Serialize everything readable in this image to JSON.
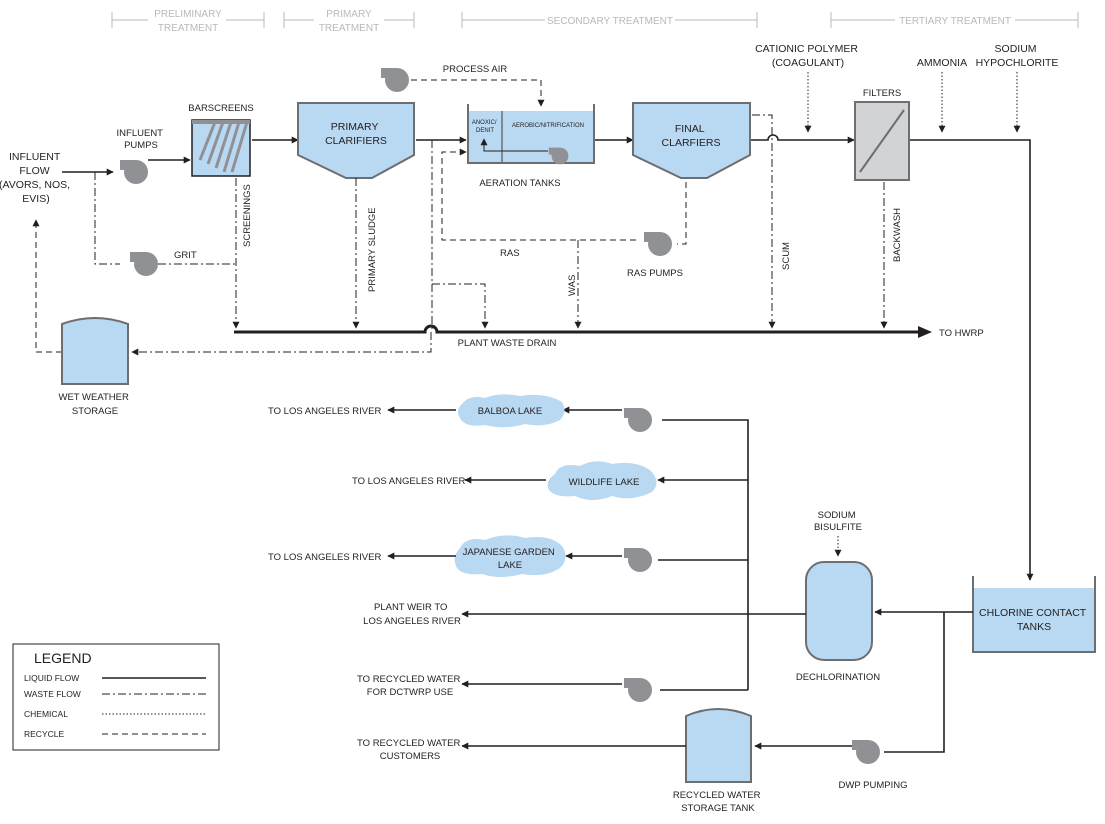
{
  "stages": {
    "preliminary": [
      "PRELIMINARY",
      "TREATMENT"
    ],
    "primary": [
      "PRIMARY",
      "TREATMENT"
    ],
    "secondary": [
      "SECONDARY TREATMENT"
    ],
    "tertiary": [
      "TERTIARY TREATMENT"
    ]
  },
  "units": {
    "influent_flow": [
      "INFLUENT",
      "FLOW",
      "(AVORS, NOS,",
      "EVIS)"
    ],
    "influent_pumps": [
      "INFLUENT",
      "PUMPS"
    ],
    "barscreens": "BARSCREENS",
    "primary_clarifiers": [
      "PRIMARY",
      "CLARIFIERS"
    ],
    "process_air": "PROCESS AIR",
    "anoxic": [
      "ANOXIC/",
      "DENIT"
    ],
    "aerobic": "AEROBIC/NITRIFICATION",
    "aeration_tanks": "AERATION TANKS",
    "final_clarifiers": [
      "FINAL",
      "CLARFIERS"
    ],
    "cationic_polymer": [
      "CATIONIC POLYMER",
      "(COAGULANT)"
    ],
    "filters": "FILTERS",
    "ammonia": "AMMONIA",
    "sodium_hypochlorite": [
      "SODIUM",
      "HYPOCHLORITE"
    ],
    "screenings": "SCREENINGS",
    "grit": "GRIT",
    "primary_sludge": "PRIMARY SLUDGE",
    "ras": "RAS",
    "was": "WAS",
    "ras_pumps": "RAS PUMPS",
    "scum": "SCUM",
    "backwash": "BACKWASH",
    "plant_waste_drain": "PLANT WASTE DRAIN",
    "to_hwrp": "TO HWRP",
    "wet_weather_storage": [
      "WET WEATHER",
      "STORAGE"
    ],
    "balboa_lake": "BALBOA LAKE",
    "wildlife_lake": "WILDLIFE LAKE",
    "japanese_garden_lake": [
      "JAPANESE GARDEN",
      "LAKE"
    ],
    "sodium_bisulfite": [
      "SODIUM",
      "BISULFITE"
    ],
    "dechlorination": "DECHLORINATION",
    "chlorine_contact_tanks": [
      "CHLORINE CONTACT",
      "TANKS"
    ],
    "dwp_pumping": "DWP PUMPING",
    "recycled_water_storage_tank": [
      "RECYCLED WATER",
      "STORAGE TANK"
    ]
  },
  "outputs": {
    "la_river_1": "TO LOS ANGELES RIVER",
    "la_river_2": "TO LOS ANGELES RIVER",
    "la_river_3": "TO LOS ANGELES RIVER",
    "plant_weir": [
      "PLANT WEIR TO",
      "LOS ANGELES RIVER"
    ],
    "recycled_dctwrp": [
      "TO RECYCLED WATER",
      "FOR DCTWRP USE"
    ],
    "recycled_customers": [
      "TO RECYCLED WATER",
      "CUSTOMERS"
    ]
  },
  "legend": {
    "title": "LEGEND",
    "items": [
      "LIQUID FLOW",
      "WASTE FLOW",
      "CHEMICAL",
      "RECYCLE"
    ]
  },
  "colors": {
    "tank_fill": "#b9d8f1",
    "equipment_gray": "#8f9194",
    "line": "#231f20",
    "stage_label": "#b9b9b9"
  }
}
